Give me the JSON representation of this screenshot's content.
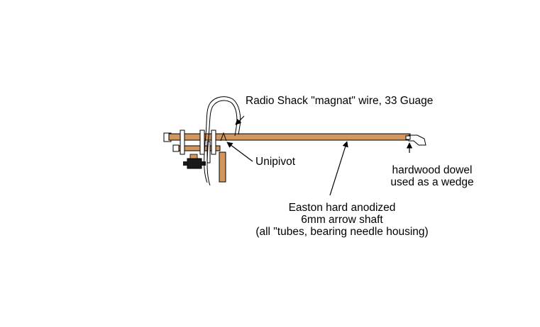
{
  "labels": {
    "wire": "Radio Shack \"magnat\" wire, 33 Guage",
    "unipivot": "Unipivot",
    "dowel_line1": "hardwood dowel",
    "dowel_line2": "used as a wedge",
    "shaft_line1": "Easton hard anodized",
    "shaft_line2": "6mm arrow shaft",
    "shaft_line3": "(all \"tubes, bearing needle housing)"
  },
  "colors": {
    "shaft": "#d2975f",
    "outline": "#000000",
    "background": "#ffffff",
    "cartridge": "#1a1a1a"
  }
}
